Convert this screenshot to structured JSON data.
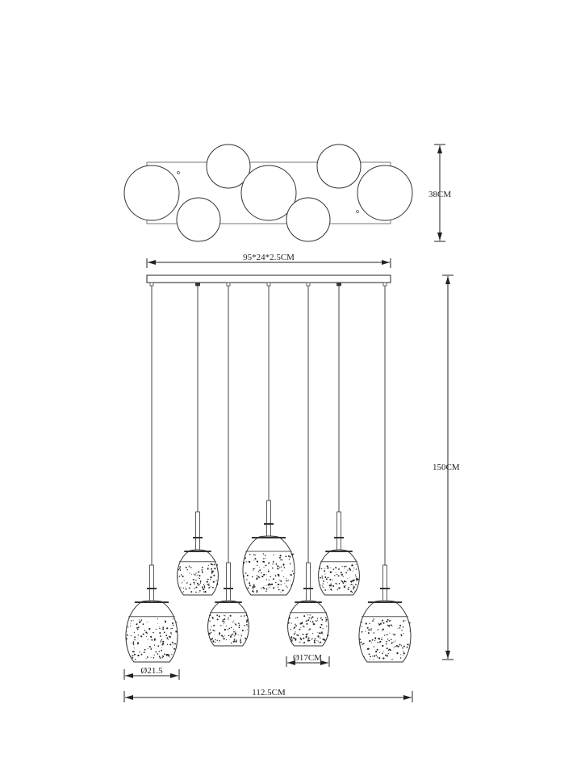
{
  "dimensions": {
    "top_view_depth": "38CM",
    "canopy_size": "95*24*2.5CM",
    "total_height": "150CM",
    "large_shade_diameter": "Ø21.5",
    "small_shade_diameter": "Ø17CM",
    "total_width": "112.5CM"
  },
  "colors": {
    "line": "#222222",
    "background": "#ffffff"
  }
}
